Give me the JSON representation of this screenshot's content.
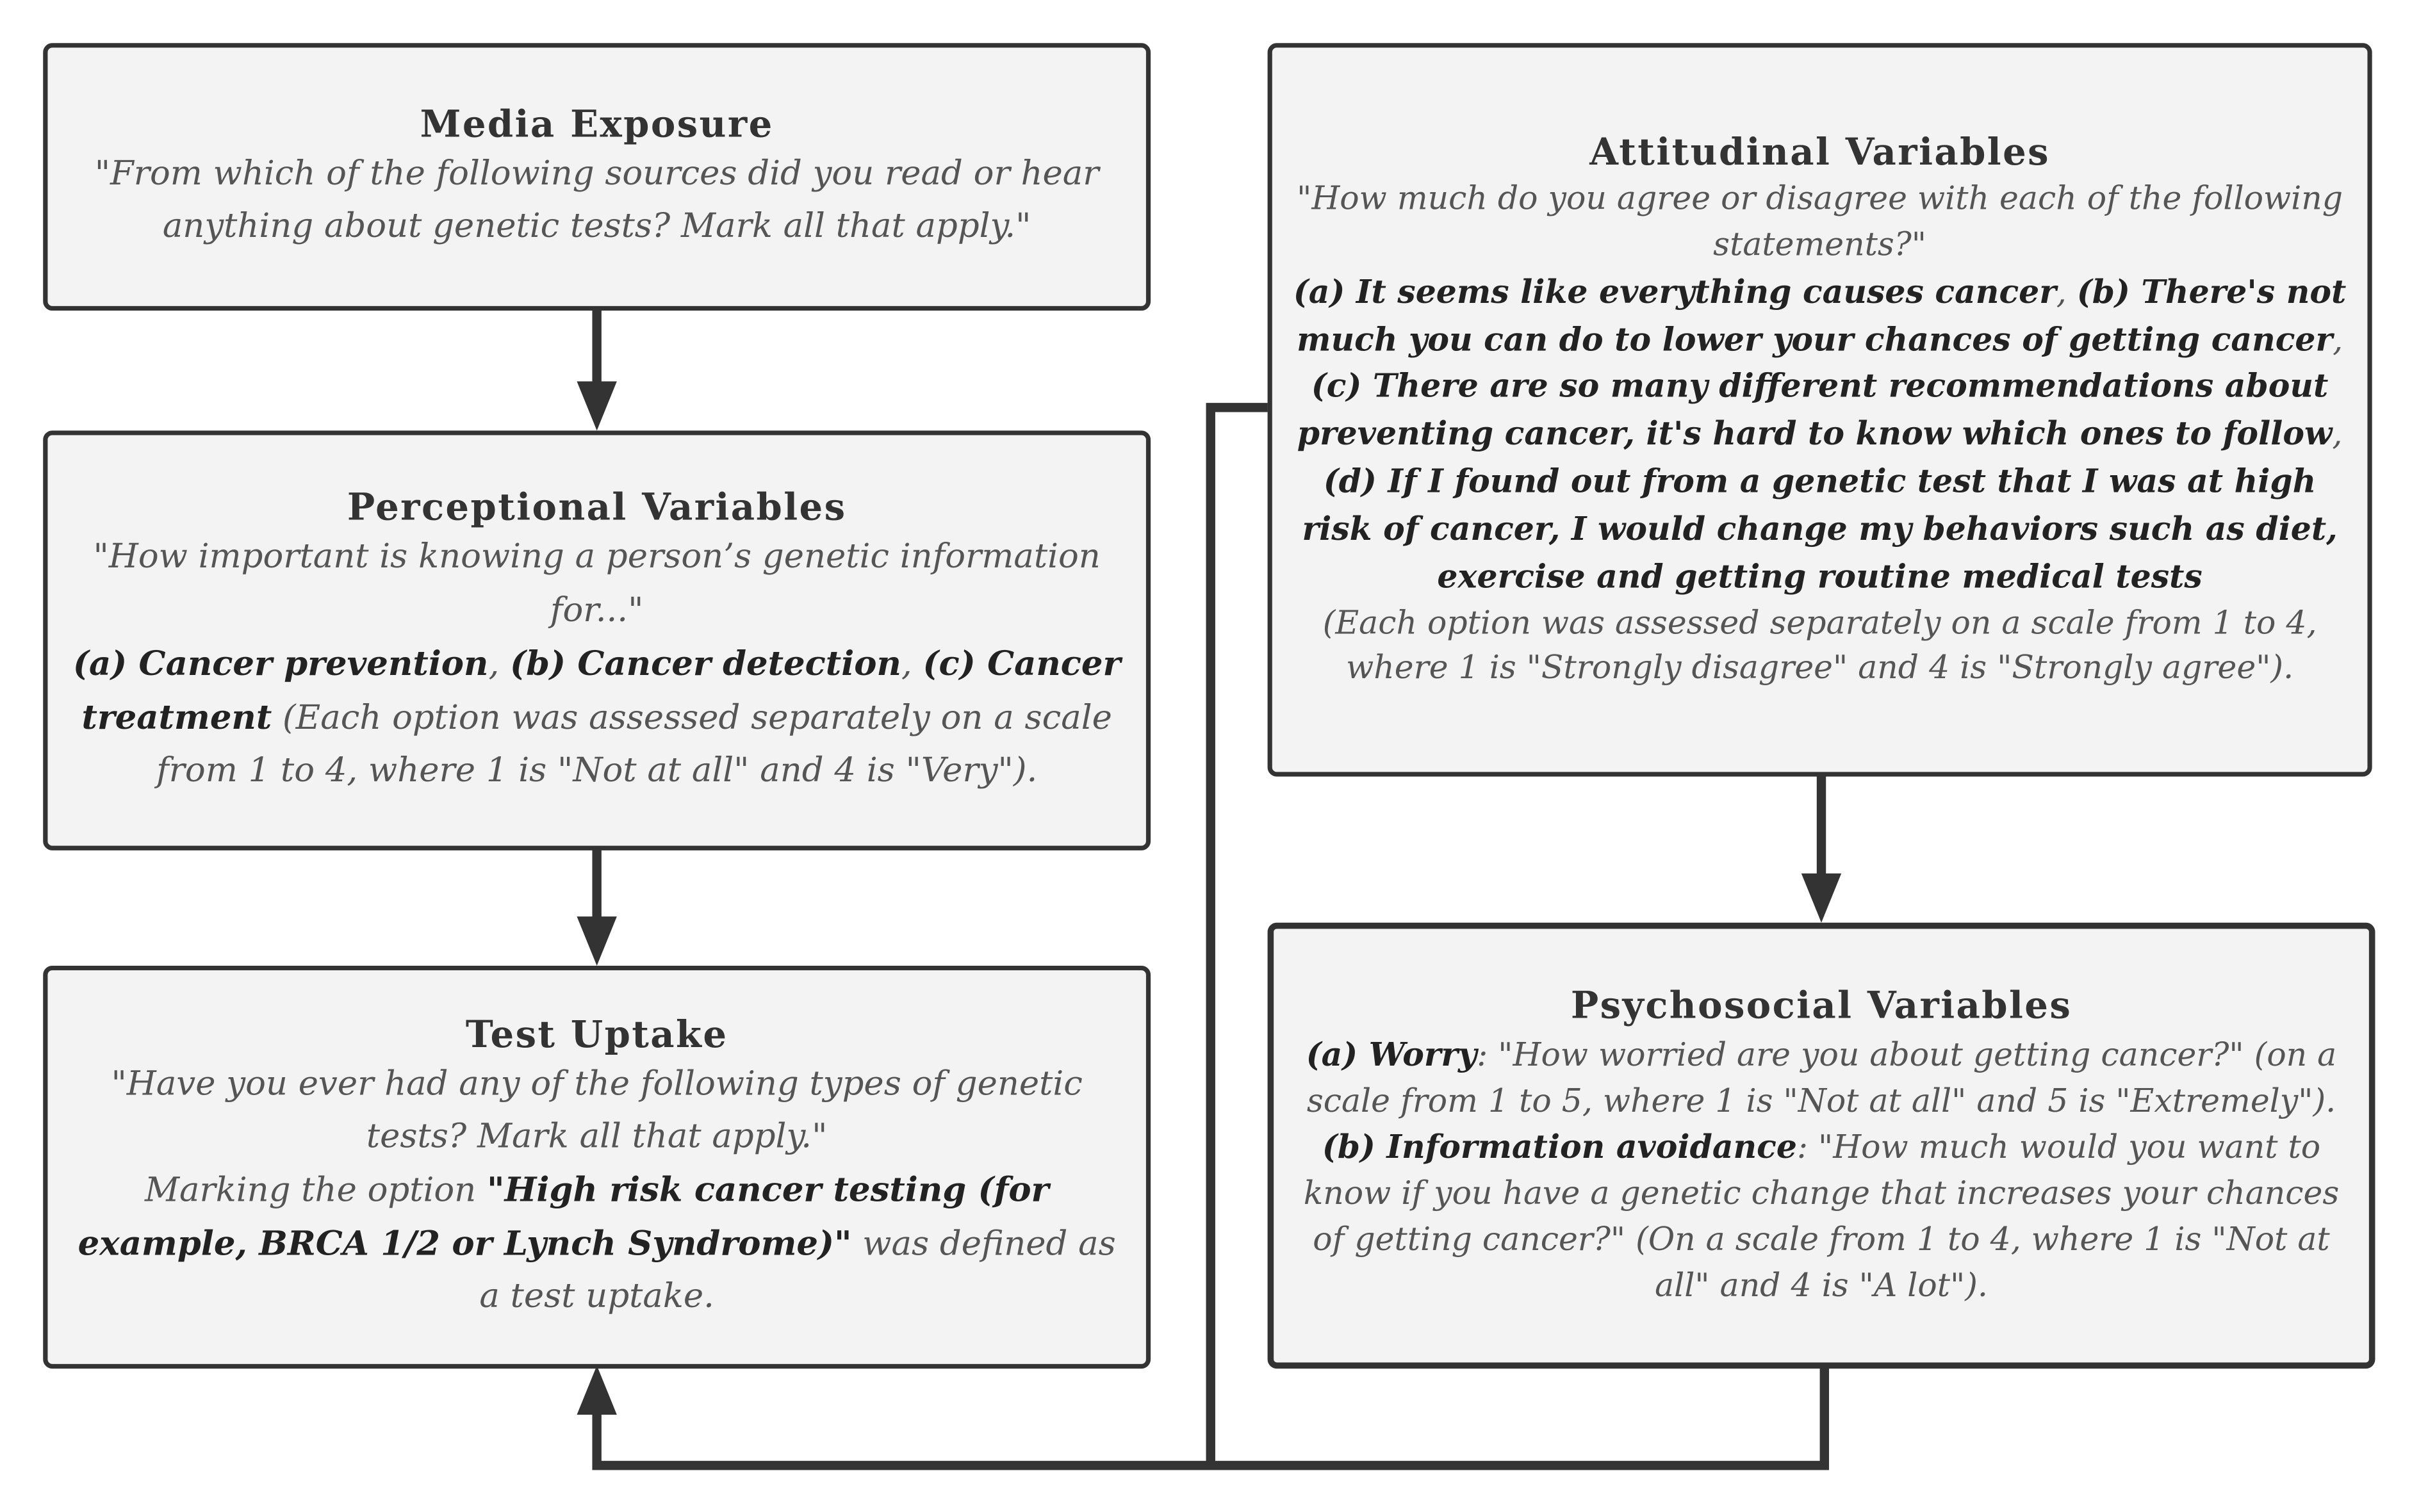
{
  "nodes": {
    "media": {
      "title": "Media Exposure",
      "question": "\"From which of the following sources did you read or hear anything about genetic tests? Mark all that apply.\""
    },
    "perceptional": {
      "title": "Perceptional Variables",
      "question": "\"How important is knowing a person’s genetic information for...\"",
      "opt_a": "(a) Cancer prevention",
      "sep1": ", ",
      "opt_b": "(b) Cancer detection",
      "sep2": ", ",
      "opt_c": "(c) Cancer treatment",
      "note": " (Each option was assessed separately on a scale from 1 to 4, where 1 is \"Not at all\" and 4 is \"Very\")."
    },
    "uptake": {
      "title": "Test Uptake",
      "question": "\"Have you ever had any of the following types of genetic tests? Mark all that apply.\"",
      "prefix": "Marking the option ",
      "option": "\"High risk cancer testing (for example, BRCA 1/2 or Lynch Syndrome)\"",
      "suffix": " was defined as a test uptake."
    },
    "attitudinal": {
      "title": "Attitudinal Variables",
      "question": "\"How much do you agree or disagree with each of the following statements?\"",
      "opt_a": "(a) It seems like everything causes cancer",
      "sep1": ", ",
      "opt_b": "(b) There's not much you can do to lower your chances of getting cancer",
      "sep2": ", ",
      "opt_c": "(c) There are so many different recommendations about preventing cancer, it's hard to know which ones to follow",
      "sep3": ", ",
      "opt_d": "(d) If I found out from a genetic test that I was at high risk of cancer, I would change my behaviors such as diet, exercise and getting routine medical tests",
      "note": "(Each option was assessed separately on a scale from 1 to 4, where 1 is \"Strongly disagree\" and 4 is \"Strongly agree\")."
    },
    "psychosocial": {
      "title": "Psychosocial Variables",
      "worry_label": "(a) Worry",
      "worry_text": ": \"How worried are you about getting cancer?\" (on a scale from 1 to 5, where 1 is \"Not at all\" and 5 is \"Extremely\").",
      "avoid_label": "(b) Information avoidance",
      "avoid_text": ": \"How much would you want to know if you have a genetic change that increases your chances of getting cancer?\" (On a scale from 1 to 4, where 1 is \"Not at all\" and 4 is \"A lot\")."
    }
  },
  "edges": [
    {
      "from": "Media Exposure",
      "to": "Perceptional Variables"
    },
    {
      "from": "Perceptional Variables",
      "to": "Test Uptake"
    },
    {
      "from": "Attitudinal Variables",
      "to": "Psychosocial Variables"
    },
    {
      "from": "Attitudinal Variables",
      "to": "Test Uptake"
    },
    {
      "from": "Psychosocial Variables",
      "to": "Test Uptake"
    }
  ],
  "colors": {
    "box_fill": "#f3f3f3",
    "stroke": "#333333",
    "title": "#333333",
    "body": "#555555",
    "bold": "#222222"
  }
}
